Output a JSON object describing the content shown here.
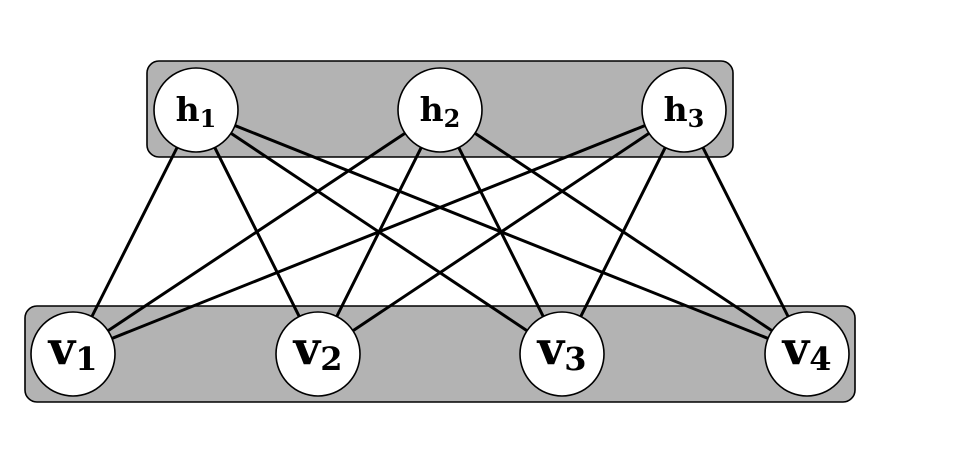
{
  "hidden_layer": {
    "nodes": [
      {
        "id": "h1",
        "base": "h",
        "sub": "1"
      },
      {
        "id": "h2",
        "base": "h",
        "sub": "2"
      },
      {
        "id": "h3",
        "base": "h",
        "sub": "3"
      }
    ]
  },
  "visible_layer": {
    "nodes": [
      {
        "id": "v1",
        "base": "v",
        "sub": "1"
      },
      {
        "id": "v2",
        "base": "v",
        "sub": "2"
      },
      {
        "id": "v3",
        "base": "v",
        "sub": "3"
      },
      {
        "id": "v4",
        "base": "v",
        "sub": "4"
      }
    ]
  },
  "edges": [
    [
      "h1",
      "v1"
    ],
    [
      "h1",
      "v2"
    ],
    [
      "h1",
      "v3"
    ],
    [
      "h1",
      "v4"
    ],
    [
      "h2",
      "v1"
    ],
    [
      "h2",
      "v2"
    ],
    [
      "h2",
      "v3"
    ],
    [
      "h2",
      "v4"
    ],
    [
      "h3",
      "v1"
    ],
    [
      "h3",
      "v2"
    ],
    [
      "h3",
      "v3"
    ],
    [
      "h3",
      "v4"
    ]
  ],
  "colors": {
    "layer_fill": "#b3b3b3",
    "node_fill": "#ffffff",
    "stroke": "#000000"
  }
}
